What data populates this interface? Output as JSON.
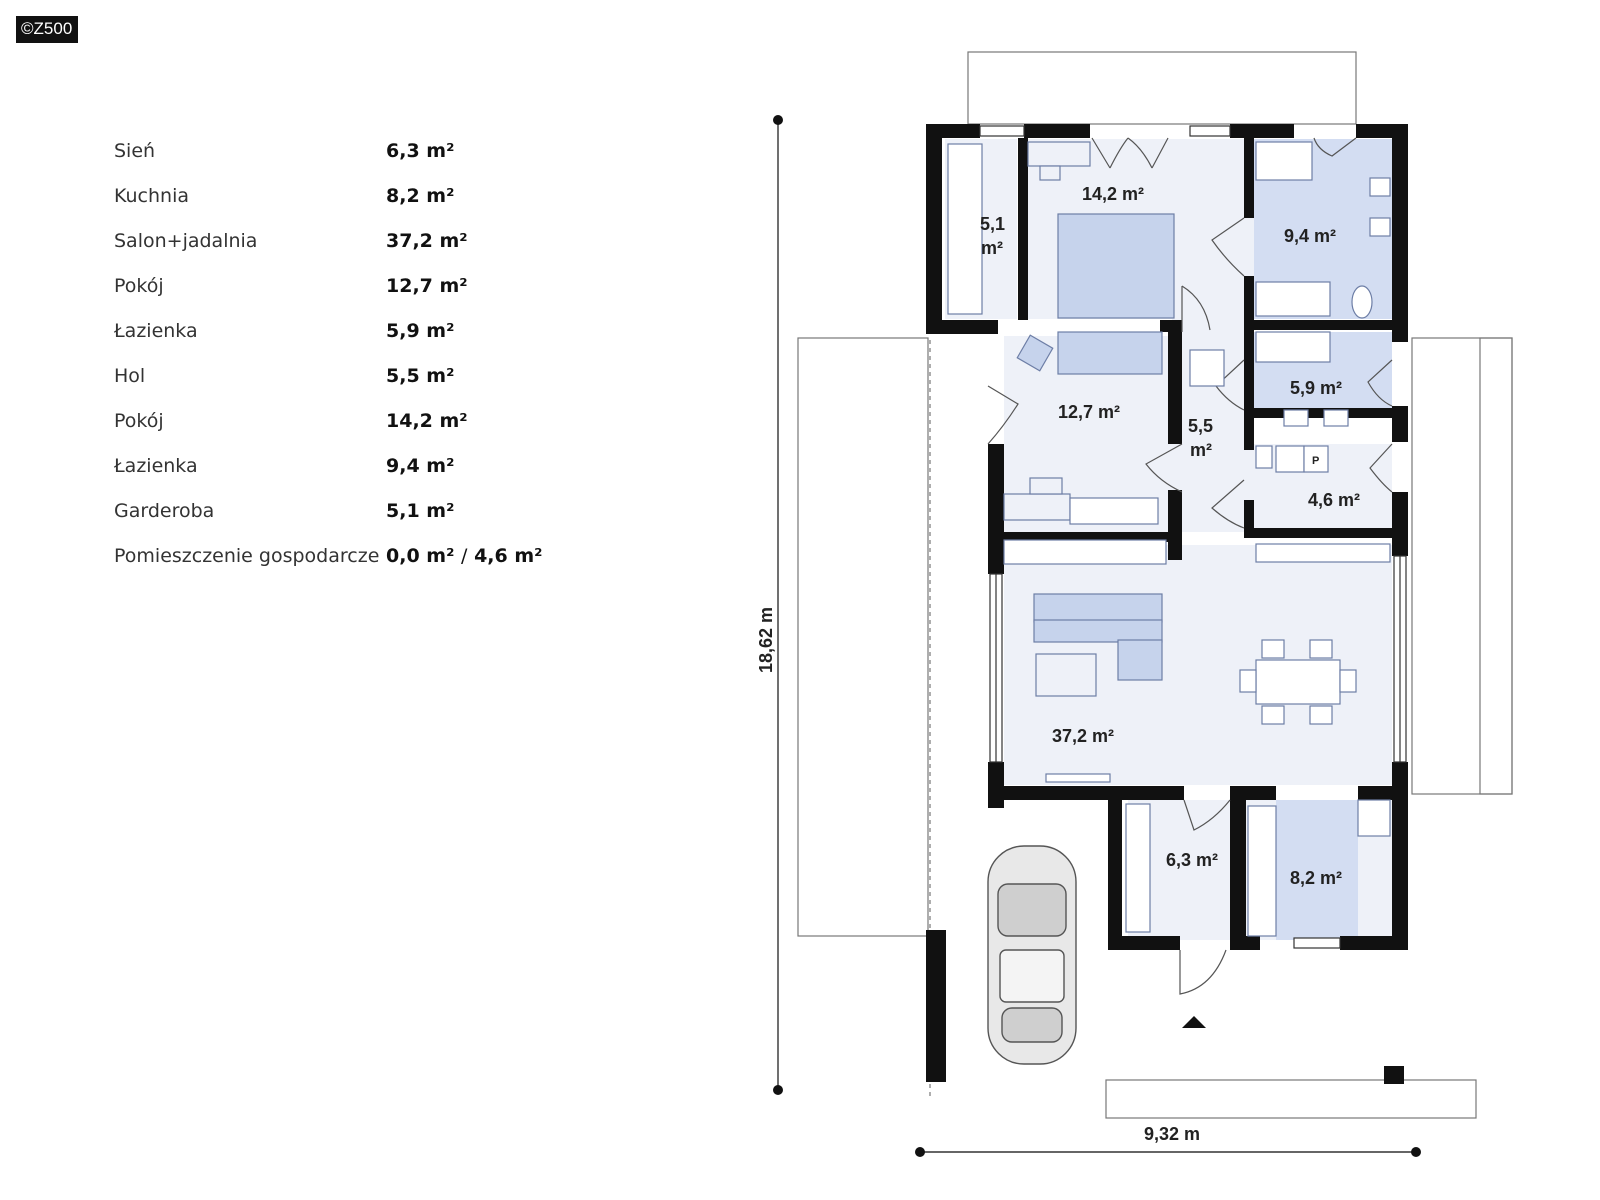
{
  "logo": "©Z500",
  "areas": [
    {
      "room": "Sień",
      "value": "6,3 m²"
    },
    {
      "room": "Kuchnia",
      "value": "8,2 m²"
    },
    {
      "room": "Salon+jadalnia",
      "value": "37,2 m²"
    },
    {
      "room": "Pokój",
      "value": "12,7 m²"
    },
    {
      "room": "Łazienka",
      "value": "5,9 m²"
    },
    {
      "room": "Hol",
      "value": "5,5 m²"
    },
    {
      "room": "Pokój",
      "value": "14,2 m²"
    },
    {
      "room": "Łazienka",
      "value": "9,4 m²"
    },
    {
      "room": "Garderoba",
      "value": "5,1 m²"
    },
    {
      "room": "Pomieszczenie gospodarcze",
      "value": "0,0 m²",
      "separator": "/",
      "value2": "4,6 m²"
    }
  ],
  "plan": {
    "labels": {
      "bedroom": "14,2 m²",
      "wardrobe_num": "5,1",
      "wardrobe_unit": "m²",
      "bathroom_large": "9,4 m²",
      "room_small": "12,7 m²",
      "hall_num": "5,5",
      "hall_unit": "m²",
      "bathroom_small": "5,9 m²",
      "utility": "4,6 m²",
      "living": "37,2 m²",
      "vestibule": "6,3 m²",
      "kitchen": "8,2 m²",
      "fridge_mark": "P"
    },
    "dimensions": {
      "height": "18,62 m",
      "width": "9,32 m"
    },
    "colors": {
      "wall": "#111111",
      "room_fill": "#eef1f8",
      "wet_fill": "#d3ddf2",
      "furniture": "#c6d3ec"
    }
  }
}
